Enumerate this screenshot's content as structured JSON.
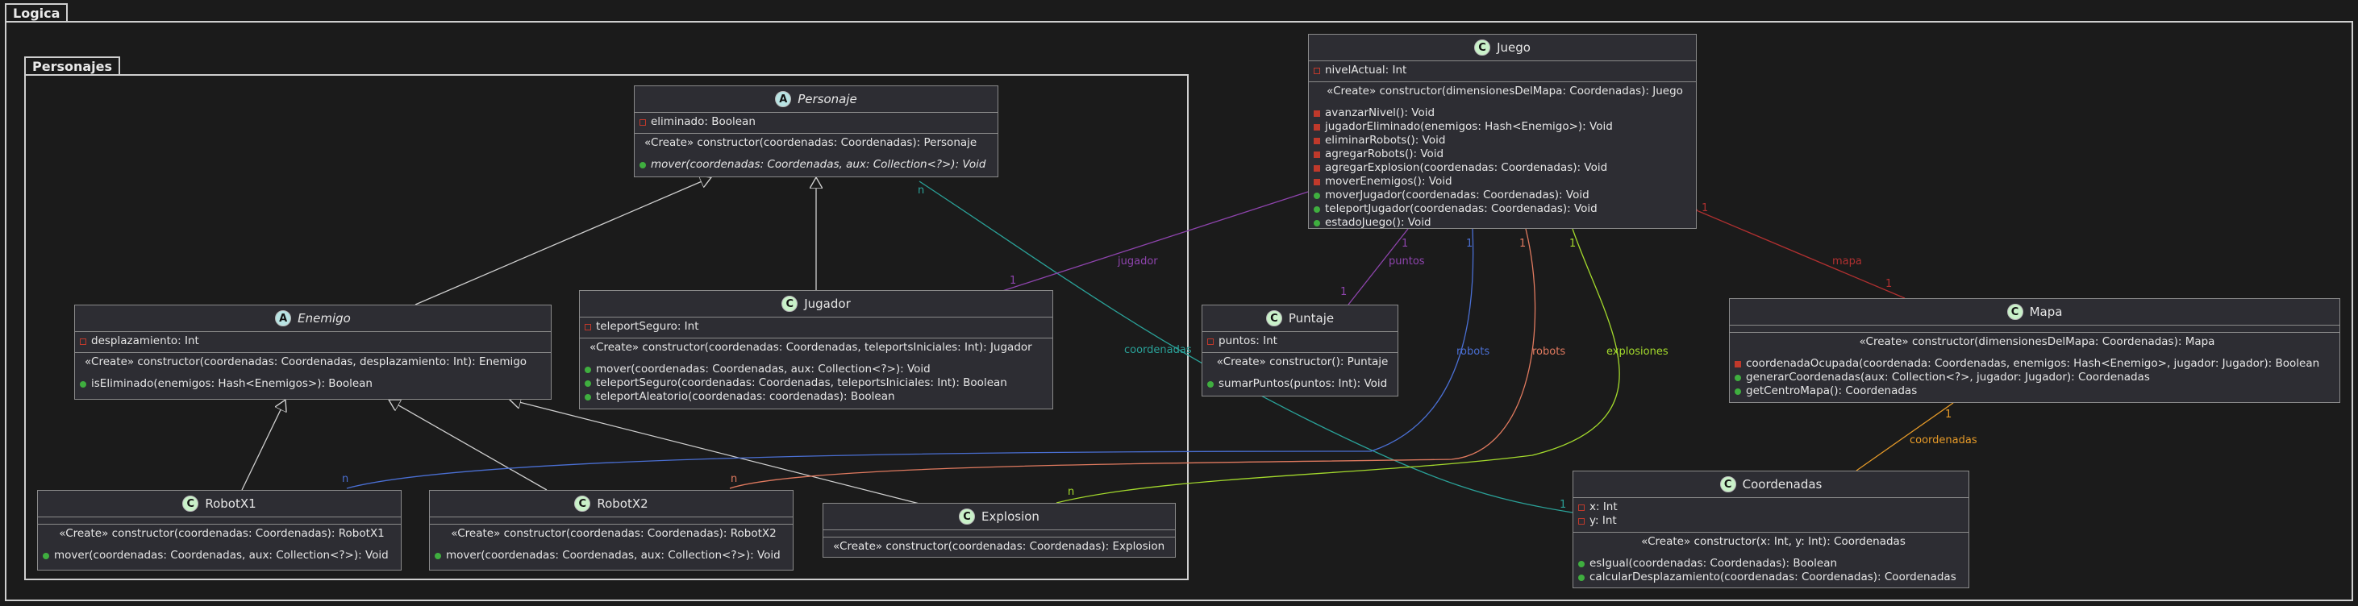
{
  "packages": {
    "outer": "Logica",
    "inner": "Personajes"
  },
  "colors": {
    "teal": "#2aa198",
    "purple": "#8e44ad",
    "blue": "#4a6fd3",
    "salmon": "#e07a5f",
    "lime": "#a3d92c",
    "red": "#b03030",
    "orange": "#e69a28",
    "gray": "#cfcfcf"
  },
  "classes": {
    "personaje": {
      "name": "Personaje",
      "kind": "abstract",
      "fields": [
        {
          "vis": "priv",
          "text": "eliminado: Boolean"
        }
      ],
      "methods": [
        {
          "vis": "none",
          "text": "«Create» constructor(coordenadas: Coordenadas): Personaje"
        },
        {
          "blank": true
        },
        {
          "vis": "pub",
          "text": "mover(coordenadas: Coordenadas, aux: Collection<?>): Void",
          "italic": true
        }
      ]
    },
    "enemigo": {
      "name": "Enemigo",
      "kind": "abstract",
      "fields": [
        {
          "vis": "priv",
          "text": "desplazamiento: Int"
        }
      ],
      "methods": [
        {
          "vis": "none",
          "text": "«Create» constructor(coordenadas: Coordenadas, desplazamiento: Int): Enemigo"
        },
        {
          "blank": true
        },
        {
          "vis": "pub",
          "text": "isEliminado(enemigos: Hash<Enemigos>): Boolean"
        }
      ]
    },
    "jugador": {
      "name": "Jugador",
      "kind": "class",
      "fields": [
        {
          "vis": "priv",
          "text": "teleportSeguro: Int"
        }
      ],
      "methods": [
        {
          "vis": "none",
          "text": "«Create» constructor(coordenadas: Coordenadas, teleportsIniciales: Int): Jugador"
        },
        {
          "blank": true
        },
        {
          "vis": "pub",
          "text": "mover(coordenadas: Coordenadas, aux: Collection<?>): Void"
        },
        {
          "vis": "pub",
          "text": "teleportSeguro(coordenadas: Coordenadas, teleportsIniciales: Int): Boolean"
        },
        {
          "vis": "pub",
          "text": "teleportAleatorio(coordenadas: coordenadas): Boolean"
        }
      ]
    },
    "robotx1": {
      "name": "RobotX1",
      "kind": "class",
      "fields": [],
      "methods": [
        {
          "vis": "none",
          "text": "«Create» constructor(coordenadas: Coordenadas): RobotX1",
          "center": true
        },
        {
          "blank": true
        },
        {
          "vis": "pub",
          "text": "mover(coordenadas: Coordenadas, aux: Collection<?>): Void"
        }
      ]
    },
    "robotx2": {
      "name": "RobotX2",
      "kind": "class",
      "fields": [],
      "methods": [
        {
          "vis": "none",
          "text": "«Create» constructor(coordenadas: Coordenadas): RobotX2",
          "center": true
        },
        {
          "blank": true
        },
        {
          "vis": "pub",
          "text": "mover(coordenadas: Coordenadas, aux: Collection<?>): Void"
        }
      ]
    },
    "explosion": {
      "name": "Explosion",
      "kind": "class",
      "fields": [],
      "methods": [
        {
          "vis": "none",
          "text": "«Create» constructor(coordenadas: Coordenadas): Explosion"
        }
      ]
    },
    "juego": {
      "name": "Juego",
      "kind": "class",
      "fields": [
        {
          "vis": "priv",
          "text": "nivelActual: Int"
        }
      ],
      "methods": [
        {
          "vis": "none",
          "text": "«Create» constructor(dimensionesDelMapa: Coordenadas): Juego",
          "center": true
        },
        {
          "blank": true
        },
        {
          "vis": "priv",
          "text": "avanzarNivel(): Void"
        },
        {
          "vis": "priv",
          "text": "jugadorEliminado(enemigos: Hash<Enemigo>): Void"
        },
        {
          "vis": "priv",
          "text": "eliminarRobots(): Void"
        },
        {
          "vis": "priv",
          "text": "agregarRobots(): Void"
        },
        {
          "vis": "priv",
          "text": "agregarExplosion(coordenadas: Coordenadas): Void"
        },
        {
          "vis": "priv",
          "text": "moverEnemigos(): Void"
        },
        {
          "vis": "pub",
          "text": "moverJugador(coordenadas: Coordenadas): Void"
        },
        {
          "vis": "pub",
          "text": "teleportJugador(coordenadas: Coordenadas): Void"
        },
        {
          "vis": "pub",
          "text": "estadoJuego(): Void"
        }
      ]
    },
    "puntaje": {
      "name": "Puntaje",
      "kind": "class",
      "fields": [
        {
          "vis": "priv",
          "text": "puntos: Int"
        }
      ],
      "methods": [
        {
          "vis": "none",
          "text": "«Create» constructor(): Puntaje",
          "center": true
        },
        {
          "blank": true
        },
        {
          "vis": "pub",
          "text": "sumarPuntos(puntos: Int): Void"
        }
      ]
    },
    "mapa": {
      "name": "Mapa",
      "kind": "class",
      "fields": [],
      "methods": [
        {
          "vis": "none",
          "text": "«Create» constructor(dimensionesDelMapa: Coordenadas): Mapa",
          "center": true
        },
        {
          "blank": true
        },
        {
          "vis": "priv",
          "text": "coordenadaOcupada(coordenada: Coordenadas, enemigos: Hash<Enemigo>, jugador: Jugador): Boolean"
        },
        {
          "vis": "pub",
          "text": "generarCoordenadas(aux: Collection<?>, jugador: Jugador): Coordenadas"
        },
        {
          "vis": "pub",
          "text": "getCentroMapa(): Coordenadas"
        }
      ]
    },
    "coordenadas": {
      "name": "Coordenadas",
      "kind": "class",
      "fields": [
        {
          "vis": "priv",
          "text": "x: Int"
        },
        {
          "vis": "priv",
          "text": "y: Int"
        }
      ],
      "methods": [
        {
          "vis": "none",
          "text": "«Create» constructor(x: Int, y: Int): Coordenadas",
          "center": true
        },
        {
          "blank": true
        },
        {
          "vis": "pub",
          "text": "esIgual(coordenadas: Coordenadas): Boolean"
        },
        {
          "vis": "pub",
          "text": "calcularDesplazamiento(coordenadas: Coordenadas): Coordenadas"
        }
      ]
    }
  },
  "relations": {
    "coordenadas_rel": {
      "label": "coordenadas",
      "mult_a": "n",
      "mult_b": "1"
    },
    "jugador_rel": {
      "label": "jugador",
      "mult_a": "1"
    },
    "puntos_rel": {
      "label": "puntos",
      "mult_a": "1",
      "mult_b": "1"
    },
    "robots_rel": {
      "label": "robots",
      "mult_a": "1",
      "mult_b": "n"
    },
    "robots2_rel": {
      "label": "robots",
      "mult_a": "1",
      "mult_b": "n"
    },
    "explosiones_rel": {
      "label": "explosiones",
      "mult_a": "1",
      "mult_b": "n"
    },
    "mapa_rel": {
      "label": "mapa",
      "mult_a": "1",
      "mult_b": "1"
    },
    "coordmapa_rel": {
      "label": "coordenadas",
      "mult_a": "1"
    }
  }
}
